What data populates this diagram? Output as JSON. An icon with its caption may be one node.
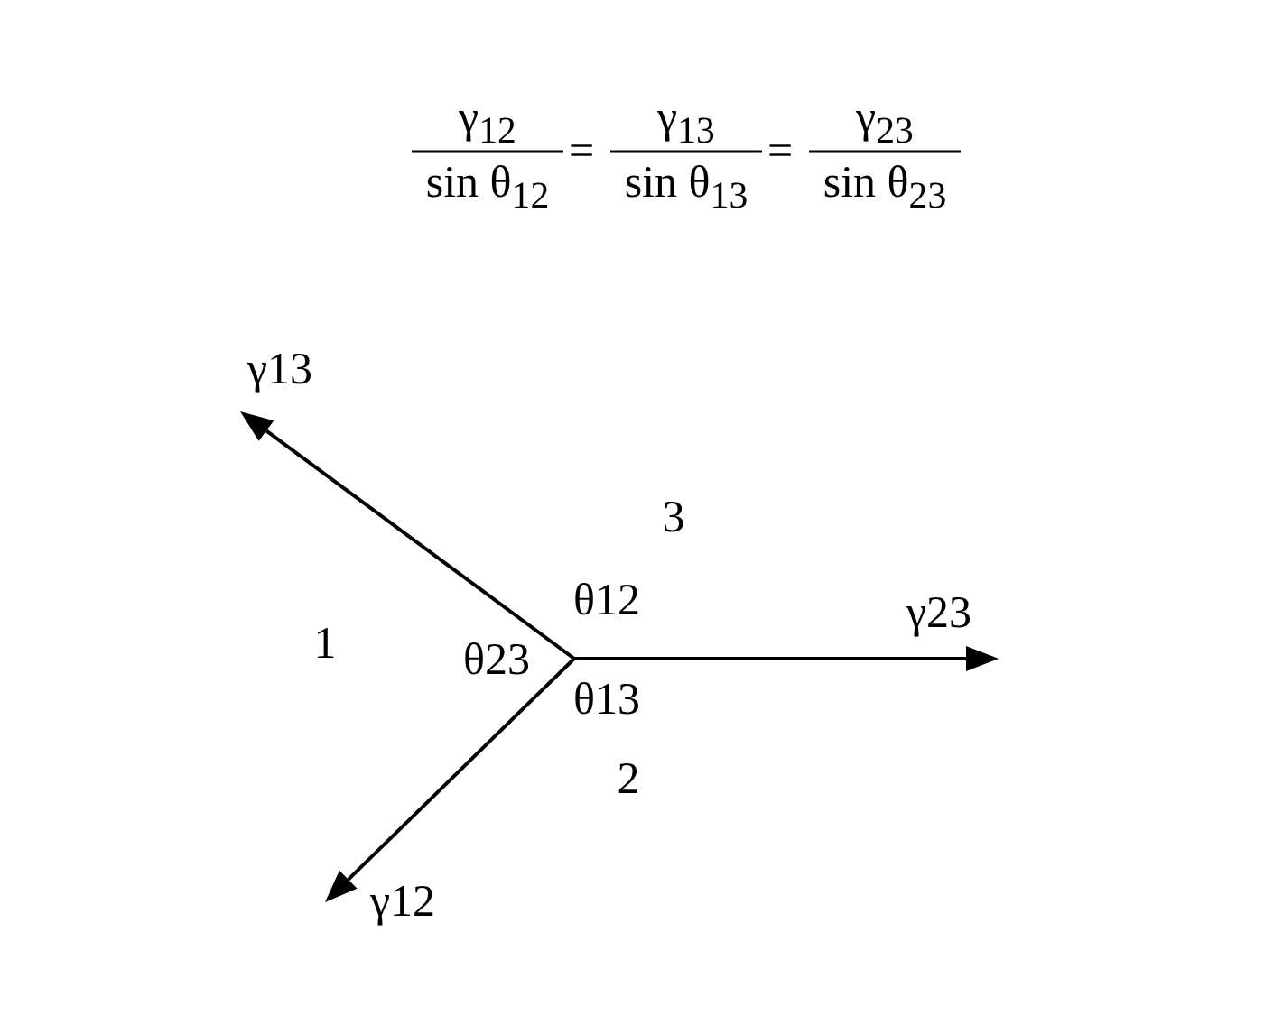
{
  "diagram": {
    "labels": [
      "γ$_{12}$",
      "sin θ$_{12}$",
      "=",
      "γ$_{13}$",
      "sin θ$_{13}$",
      "=",
      "γ$_{23}$",
      "sin θ$_{23}$",
      "γ13",
      "3",
      "θ12",
      "γ23",
      "1",
      "θ23",
      "θ13",
      "2",
      "γ12"
    ]
  }
}
